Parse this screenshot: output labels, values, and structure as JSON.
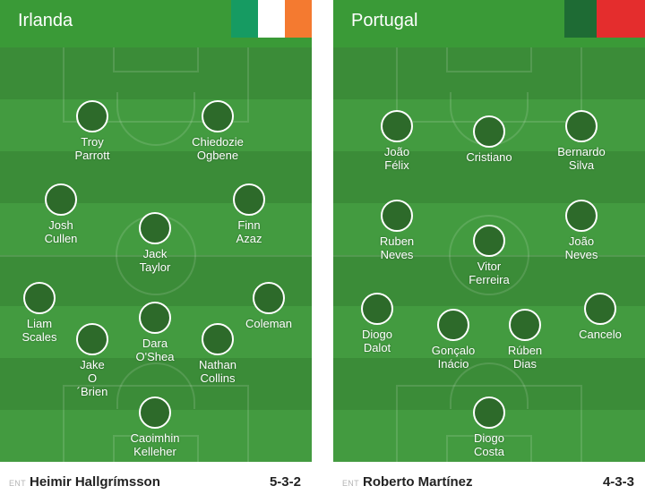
{
  "colors": {
    "header": "#3a9a37",
    "stripe_dark": "#3b8c38",
    "stripe_light": "#439b40",
    "player_dot": "#2d6a2a"
  },
  "teams": [
    {
      "name": "Irlanda",
      "flag": [
        "#169b62",
        "#ffffff",
        "#f47a30"
      ],
      "players": [
        {
          "lines": [
            "Troy",
            "Parrott"
          ]
        },
        {
          "lines": [
            "Chiedozie",
            "Ogbene"
          ]
        },
        {
          "lines": [
            "Josh",
            "Cullen"
          ]
        },
        {
          "lines": [
            "Finn",
            "Azaz"
          ]
        },
        {
          "lines": [
            "Jack",
            "Taylor"
          ]
        },
        {
          "lines": [
            "Liam",
            "Scales"
          ]
        },
        {
          "lines": [
            "Coleman"
          ]
        },
        {
          "lines": [
            "Dara",
            "O'Shea"
          ]
        },
        {
          "lines": [
            "Jake",
            "O",
            "´Brien"
          ]
        },
        {
          "lines": [
            "Nathan",
            "Collins"
          ]
        },
        {
          "lines": [
            "Caoimhin",
            "Kelleher"
          ]
        }
      ],
      "footer": {
        "ent": "ENT",
        "coach": "Heimir Hallgrímsson",
        "formation": "5-3-2"
      }
    },
    {
      "name": "Portugal",
      "flag": [
        "#1e6b34",
        "#e42d2d"
      ],
      "players": [
        {
          "lines": [
            "João",
            "Félix"
          ]
        },
        {
          "lines": [
            "Cristiano"
          ]
        },
        {
          "lines": [
            "Bernardo",
            "Silva"
          ]
        },
        {
          "lines": [
            "Ruben",
            "Neves"
          ]
        },
        {
          "lines": [
            "João",
            "Neves"
          ]
        },
        {
          "lines": [
            "Vitor",
            "Ferreira"
          ]
        },
        {
          "lines": [
            "Diogo",
            "Dalot"
          ]
        },
        {
          "lines": [
            "Cancelo"
          ]
        },
        {
          "lines": [
            "Gonçalo",
            "Inácio"
          ]
        },
        {
          "lines": [
            "Rúben",
            "Dias"
          ]
        },
        {
          "lines": [
            "Diogo",
            "Costa"
          ]
        }
      ],
      "footer": {
        "ent": "ENT",
        "coach": "Roberto Martínez",
        "formation": "4-3-3"
      }
    }
  ]
}
